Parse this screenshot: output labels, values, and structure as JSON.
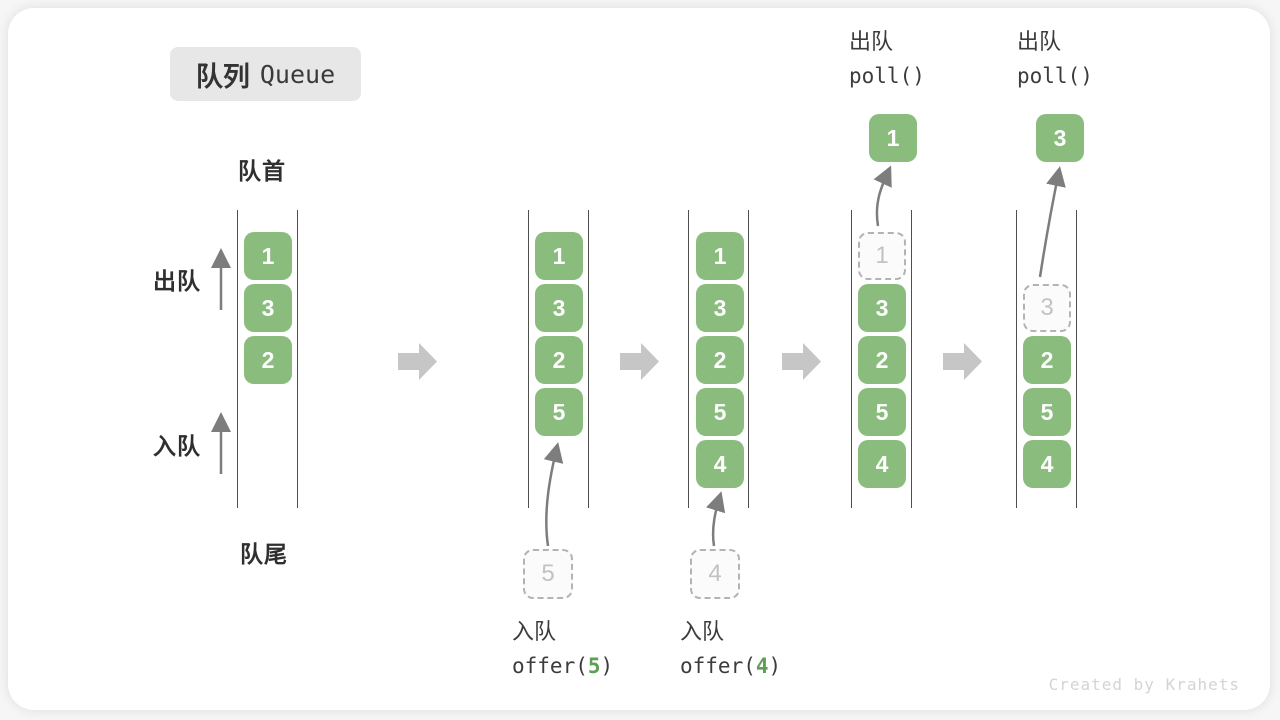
{
  "title": {
    "zh": "队列",
    "en": "Queue"
  },
  "labels": {
    "front": "队首",
    "rear": "队尾",
    "dequeue": "出队",
    "enqueue": "入队"
  },
  "ops": {
    "enqueue5": {
      "label": "入队",
      "fn_open": "offer(",
      "arg": "5",
      "fn_close": ")"
    },
    "enqueue4": {
      "label": "入队",
      "fn_open": "offer(",
      "arg": "4",
      "fn_close": ")"
    },
    "poll_first": {
      "label": "出队",
      "fn": "poll()",
      "result": "1"
    },
    "poll_second": {
      "label": "出队",
      "fn": "poll()",
      "result": "3"
    }
  },
  "columns": [
    {
      "slots": [
        "1",
        "3",
        "2"
      ]
    },
    {
      "slots": [
        "1",
        "3",
        "2",
        "5"
      ],
      "incoming": "5"
    },
    {
      "slots": [
        "1",
        "3",
        "2",
        "5",
        "4"
      ],
      "incoming": "4"
    },
    {
      "slots": [
        "1",
        "3",
        "2",
        "5",
        "4"
      ],
      "removed": "1"
    },
    {
      "slots": [
        "3",
        "2",
        "5",
        "4"
      ],
      "removed": "3"
    }
  ],
  "credit": "Created by Krahets",
  "colors": {
    "cell_green": "#8ABC7D",
    "accent_green": "#5BA053",
    "block_arrow_gray": "#c6c6c6",
    "thin_arrow_gray": "#7d7d7d",
    "channel_line": "#4f4f4f",
    "ghost_border": "#b3b3b3"
  }
}
